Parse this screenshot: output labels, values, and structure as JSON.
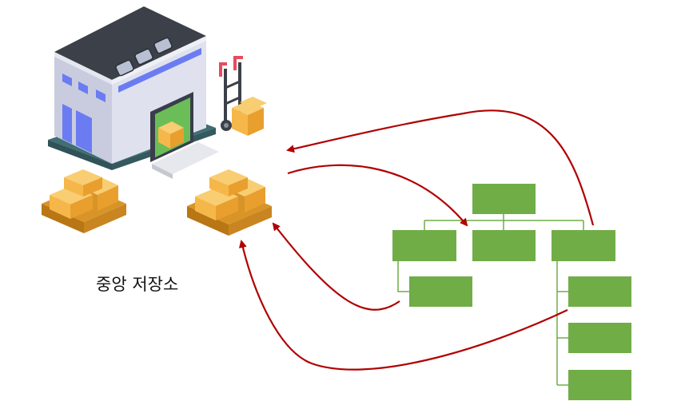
{
  "label": "중앙 저장소",
  "colors": {
    "box": "#70ad47",
    "connector": "#70ad47",
    "arrow": "#b00000",
    "roof": "#3b4049",
    "wall_front": "#c9ccde",
    "wall_side": "#dfe2ee",
    "window": "#6b7cf2",
    "crate": "#f6b74a",
    "pallet": "#d99428",
    "door": "#6bbe57",
    "base": "#3f6e73"
  },
  "org_chart": {
    "nodes": [
      "root",
      "child-left",
      "child-middle",
      "child-right",
      "left-sub-1",
      "right-sub-1",
      "right-sub-2",
      "right-sub-3"
    ]
  }
}
